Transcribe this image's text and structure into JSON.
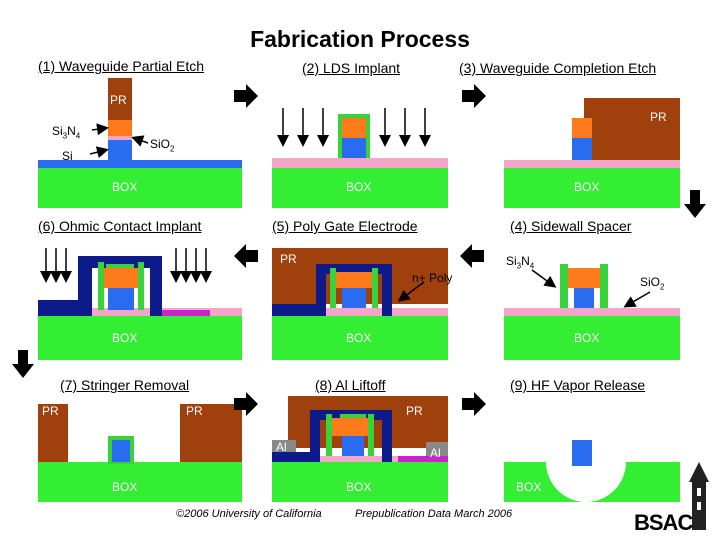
{
  "title": "Fabrication Process",
  "steps": {
    "s1": "(1) Waveguide Partial Etch",
    "s2": "(2) LDS Implant",
    "s3": "(3) Waveguide Completion Etch",
    "s4": "(4) Sidewall Spacer",
    "s5": "(5) Poly Gate Electrode",
    "s6": "(6) Ohmic Contact Implant",
    "s7": "(7) Stringer Removal",
    "s8": "(8) Al Liftoff",
    "s9": "(9) HF Vapor Release"
  },
  "labels": {
    "pr": "PR",
    "box": "BOX",
    "si3n4_a": "Si",
    "si3n4_sub3": "3",
    "si3n4_b": "N",
    "si3n4_sub4": "4",
    "sio2_a": "SiO",
    "sio2_sub": "2",
    "si": "Si",
    "n_poly": "n+ Poly",
    "al": "Al"
  },
  "footer": {
    "copyright": "©2006 University of California",
    "prepub": "Prepublication Data March 2006"
  },
  "logo": "BSAC",
  "colors": {
    "box": "#33ee33",
    "pr": "#a0410d",
    "nitride": "#ff7a1a",
    "silicon": "#2a6cf0",
    "oxide": "#f4a6c8",
    "spacer": "#3ad23a",
    "poly": "#0d1a8a",
    "implant": "#cc22cc",
    "aluminum": "#888888"
  }
}
